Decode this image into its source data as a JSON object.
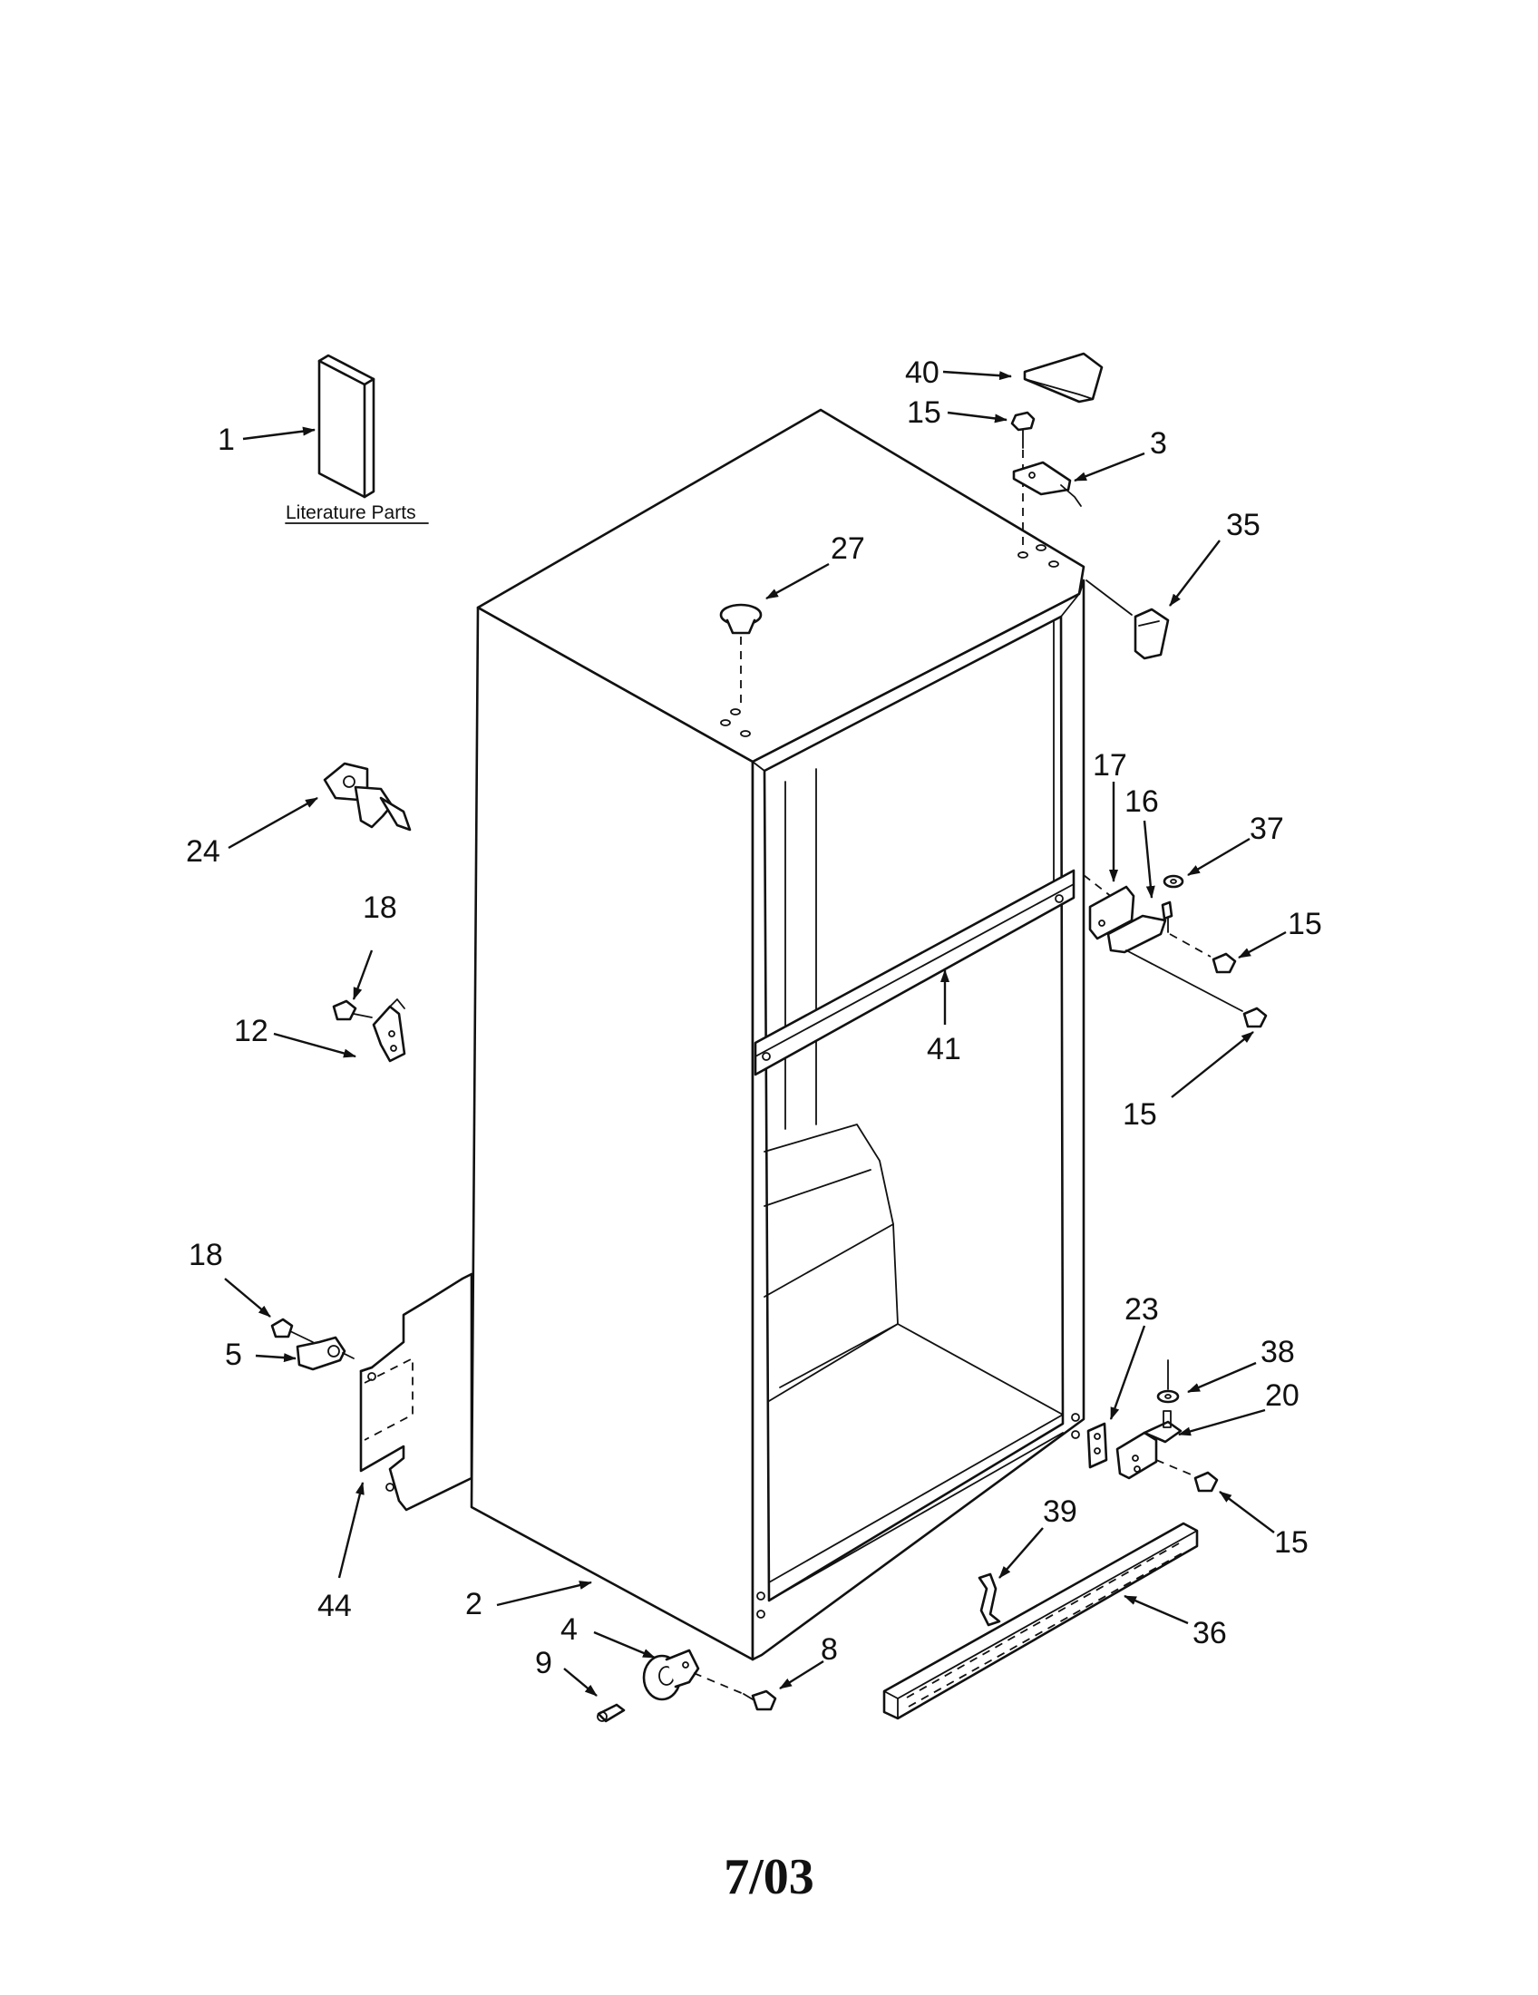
{
  "literature_label": "Literature Parts",
  "revision_date": "7/03",
  "callouts": {
    "c1": "1",
    "c2": "2",
    "c3": "3",
    "c4": "4",
    "c5": "5",
    "c8": "8",
    "c9": "9",
    "c12": "12",
    "c15a": "15",
    "c15b": "15",
    "c15c": "15",
    "c15d": "15",
    "c16": "16",
    "c17": "17",
    "c18a": "18",
    "c18b": "18",
    "c20": "20",
    "c23": "23",
    "c24": "24",
    "c27": "27",
    "c35": "35",
    "c36": "36",
    "c37": "37",
    "c38": "38",
    "c39": "39",
    "c40": "40",
    "c41": "41",
    "c44": "44"
  }
}
